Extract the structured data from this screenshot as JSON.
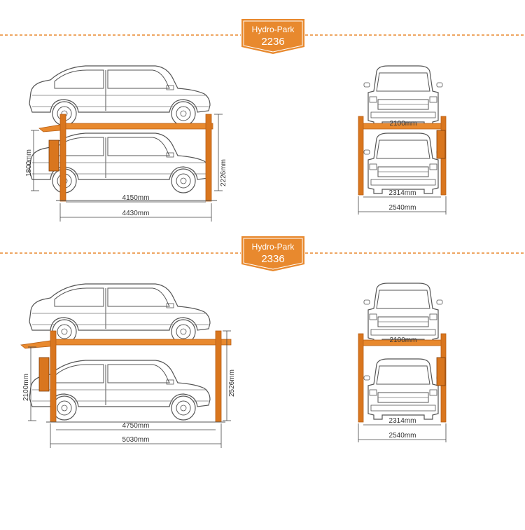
{
  "colors": {
    "accent": "#e8892e",
    "post": "#d9761e",
    "line": "#555555",
    "dim": "#444444"
  },
  "sections": [
    {
      "brand": "Hydro-Park",
      "model": "2236",
      "side": {
        "height_lower": "1800mm",
        "height_total": "2226mm",
        "inner_length": "4150mm",
        "overall_length": "4430mm"
      },
      "front": {
        "platform_width": "2100mm",
        "inner_width": "2314mm",
        "overall_width": "2540mm"
      }
    },
    {
      "brand": "Hydro-Park",
      "model": "2336",
      "side": {
        "height_lower": "2100mm",
        "height_total": "2526mm",
        "inner_length": "4750mm",
        "overall_length": "5030mm"
      },
      "front": {
        "platform_width": "2100mm",
        "inner_width": "2314mm",
        "overall_width": "2540mm"
      }
    }
  ]
}
